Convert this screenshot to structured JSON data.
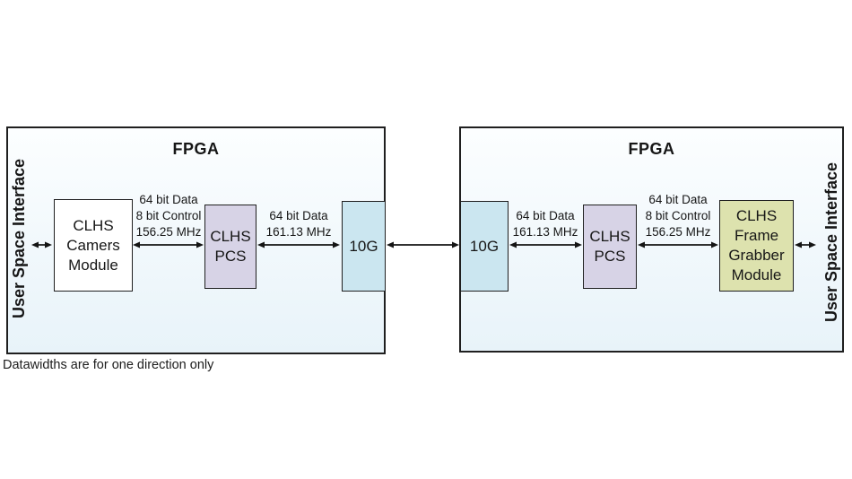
{
  "diagram": {
    "caption": "Datawidths are for one direction only",
    "left_fpga": {
      "title": "FPGA",
      "side_label": "User Space Interface",
      "camera_module": {
        "lines": [
          "CLHS",
          "Camers",
          "Module"
        ]
      },
      "pcs": {
        "lines": [
          "CLHS",
          "PCS"
        ]
      },
      "tengig": {
        "label": "10G"
      },
      "link1_label": {
        "lines": [
          "64 bit Data",
          "8 bit Control",
          "156.25 MHz"
        ]
      },
      "link2_label": {
        "lines": [
          "64 bit Data",
          "161.13 MHz"
        ]
      }
    },
    "right_fpga": {
      "title": "FPGA",
      "side_label": "User Space Interface",
      "tengig": {
        "label": "10G"
      },
      "pcs": {
        "lines": [
          "CLHS",
          "PCS"
        ]
      },
      "frame_grabber": {
        "lines": [
          "CLHS",
          "Frame",
          "Grabber",
          "Module"
        ]
      },
      "link1_label": {
        "lines": [
          "64 bit Data",
          "161.13 MHz"
        ]
      },
      "link2_label": {
        "lines": [
          "64 bit Data",
          "8 bit Control",
          "156.25 MHz"
        ]
      }
    },
    "colors": {
      "fpga_bg_top": "#fcfeff",
      "fpga_bg_bottom": "#e8f3f9",
      "tengig_bg": "#cbe6f0",
      "pcs_bg": "#d7d3e6",
      "fg_bg": "#dde2ae",
      "camera_bg": "#ffffff",
      "border": "#1f1f1f",
      "arrow": "#141414",
      "text": "#161616"
    }
  }
}
